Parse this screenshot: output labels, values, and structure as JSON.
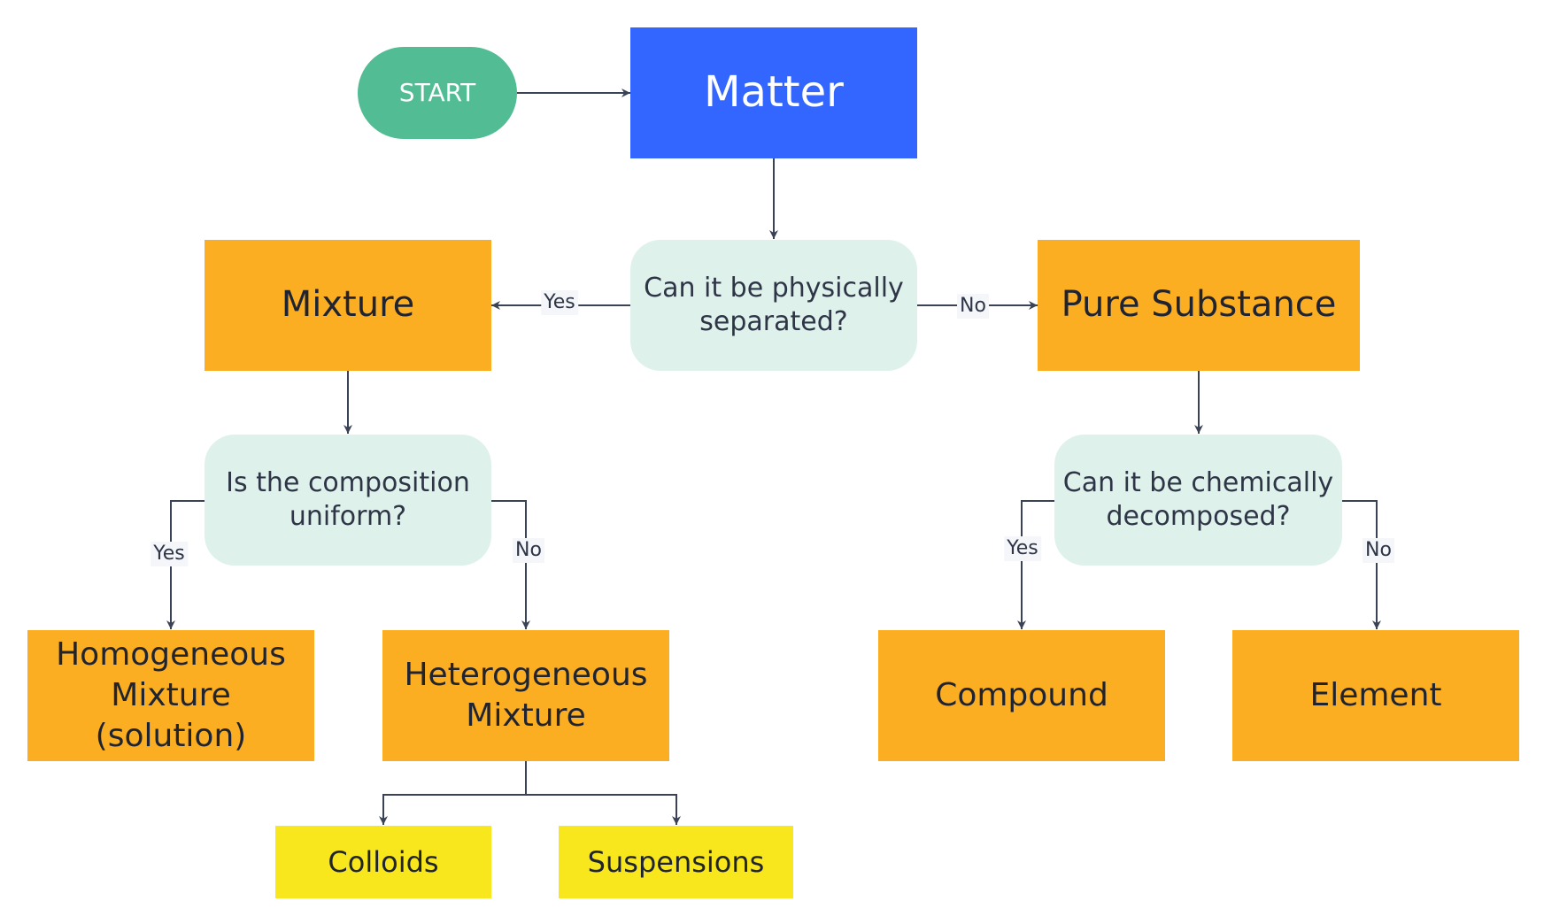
{
  "nodes": {
    "start": "START",
    "matter": "Matter",
    "q_physical": "Can it be physically separated?",
    "mixture": "Mixture",
    "pure_substance": "Pure Substance",
    "q_uniform": "Is the composition uniform?",
    "q_chemical": "Can it be chemically decomposed?",
    "homogeneous": "Homogeneous Mixture (solution)",
    "heterogeneous": "Heterogeneous Mixture",
    "compound": "Compound",
    "element": "Element",
    "colloids": "Colloids",
    "suspensions": "Suspensions"
  },
  "edge_labels": {
    "physical_yes": "Yes",
    "physical_no": "No",
    "uniform_yes": "Yes",
    "uniform_no": "No",
    "chemical_yes": "Yes",
    "chemical_no": "No"
  },
  "colors": {
    "terminal": "#52bc94",
    "title": "#3366ff",
    "decision": "#dff1eb",
    "category": "#fcae22",
    "subcategory": "#f8e71c",
    "connector": "#3a4256"
  }
}
